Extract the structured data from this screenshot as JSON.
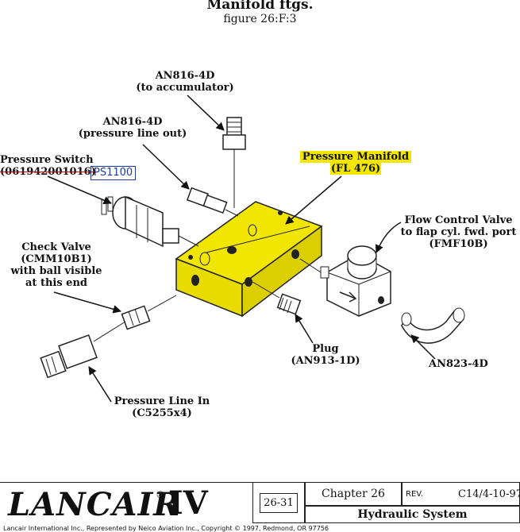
{
  "header": {
    "title": "Manifold ftgs.",
    "figure": "figure 26:F:3"
  },
  "labels": {
    "an816_accumulator": [
      "AN816-4D",
      "(to accumulator)"
    ],
    "an816_pressure_out": [
      "AN816-4D",
      "(pressure line out)"
    ],
    "pressure_switch_name": "Pressure Switch",
    "pressure_switch_part": "(061942001016)",
    "pressure_switch_replacement": "PS1100",
    "pressure_manifold": [
      "Pressure Manifold",
      "(FL 476)"
    ],
    "flow_control_valve": [
      "Flow Control Valve",
      "to flap cyl. fwd. port",
      "(FMF10B)"
    ],
    "check_valve": [
      "Check Valve",
      "(CMM10B1)",
      "with ball visible",
      "at this end"
    ],
    "plug": [
      "Plug",
      "(AN913-1D)"
    ],
    "an823": "AN823-4D",
    "pressure_line_in": [
      "Pressure Line In",
      "(C5255x4)"
    ]
  },
  "footer": {
    "brand": "LANCAIR",
    "registered": "®",
    "model": "IV",
    "page": "26-31",
    "chapter": "Chapter 26",
    "rev_label": "REV.",
    "rev_value": "C14/4-10-97",
    "section": "Hydraulic System",
    "copyright": "Lancair International Inc., Represented by Neico Aviation Inc., Copyright © 1997, Redmond, OR 97756"
  },
  "colors": {
    "highlight": "#f2e600",
    "replacement_box": "#1f3aa6",
    "strike": "#cc0000"
  }
}
